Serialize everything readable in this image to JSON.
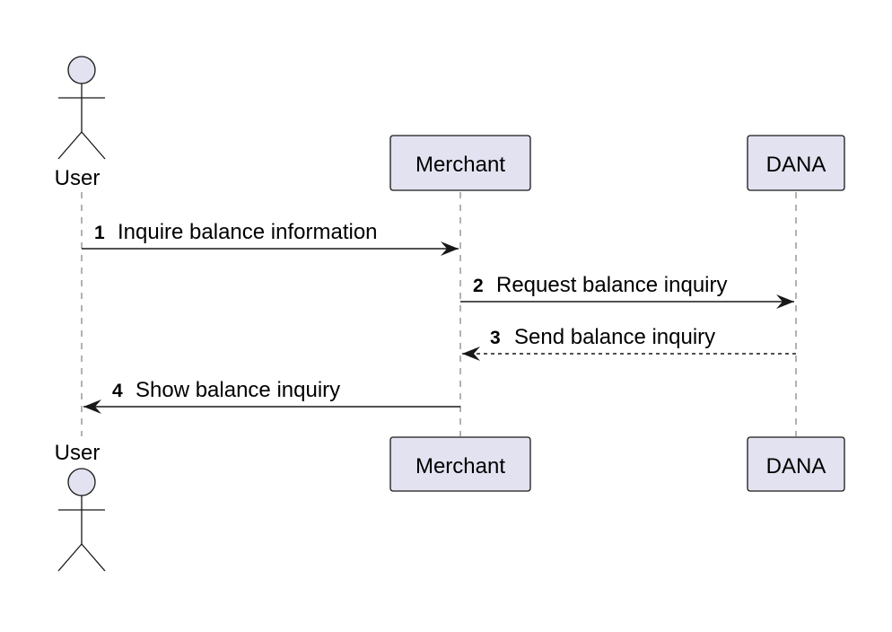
{
  "participants": {
    "user": {
      "label": "User",
      "kind": "actor"
    },
    "merchant": {
      "label": "Merchant",
      "kind": "participant"
    },
    "dana": {
      "label": "DANA",
      "kind": "participant"
    }
  },
  "messages": [
    {
      "number": "1",
      "text": "Inquire balance information",
      "from": "User",
      "to": "Merchant",
      "style": "solid"
    },
    {
      "number": "2",
      "text": "Request balance inquiry",
      "from": "Merchant",
      "to": "DANA",
      "style": "solid"
    },
    {
      "number": "3",
      "text": "Send balance inquiry",
      "from": "DANA",
      "to": "Merchant",
      "style": "dashed"
    },
    {
      "number": "4",
      "text": "Show balance inquiry",
      "from": "Merchant",
      "to": "User",
      "style": "solid"
    }
  ],
  "colors": {
    "participant_fill": "#E2E2F0",
    "participant_border": "#181818",
    "line": "#181818",
    "lifeline": "#999999"
  }
}
